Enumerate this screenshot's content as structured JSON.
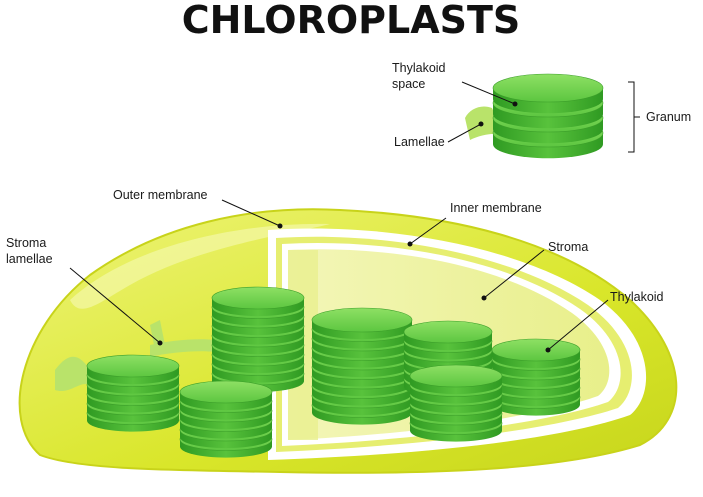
{
  "title": "CHLOROPLASTS",
  "labels": {
    "thylakoid_space_1": "Thylakoid",
    "thylakoid_space_2": "space",
    "lamellae": "Lamellae",
    "granum": "Granum",
    "outer_membrane": "Outer membrane",
    "inner_membrane": "Inner membrane",
    "stroma_lamellae_1": "Stroma",
    "stroma_lamellae_2": "lamellae",
    "stroma": "Stroma",
    "thylakoid": "Thylakoid"
  },
  "colors": {
    "outer_body": "#d9e62a",
    "outer_body_light": "#eef47a",
    "stroma_fill": "#eef29a",
    "thylakoid_top": "#6dd24a",
    "thylakoid_side": "#3fae2a",
    "thylakoid_dark": "#2d8f20",
    "lamella": "#b9e36a"
  }
}
